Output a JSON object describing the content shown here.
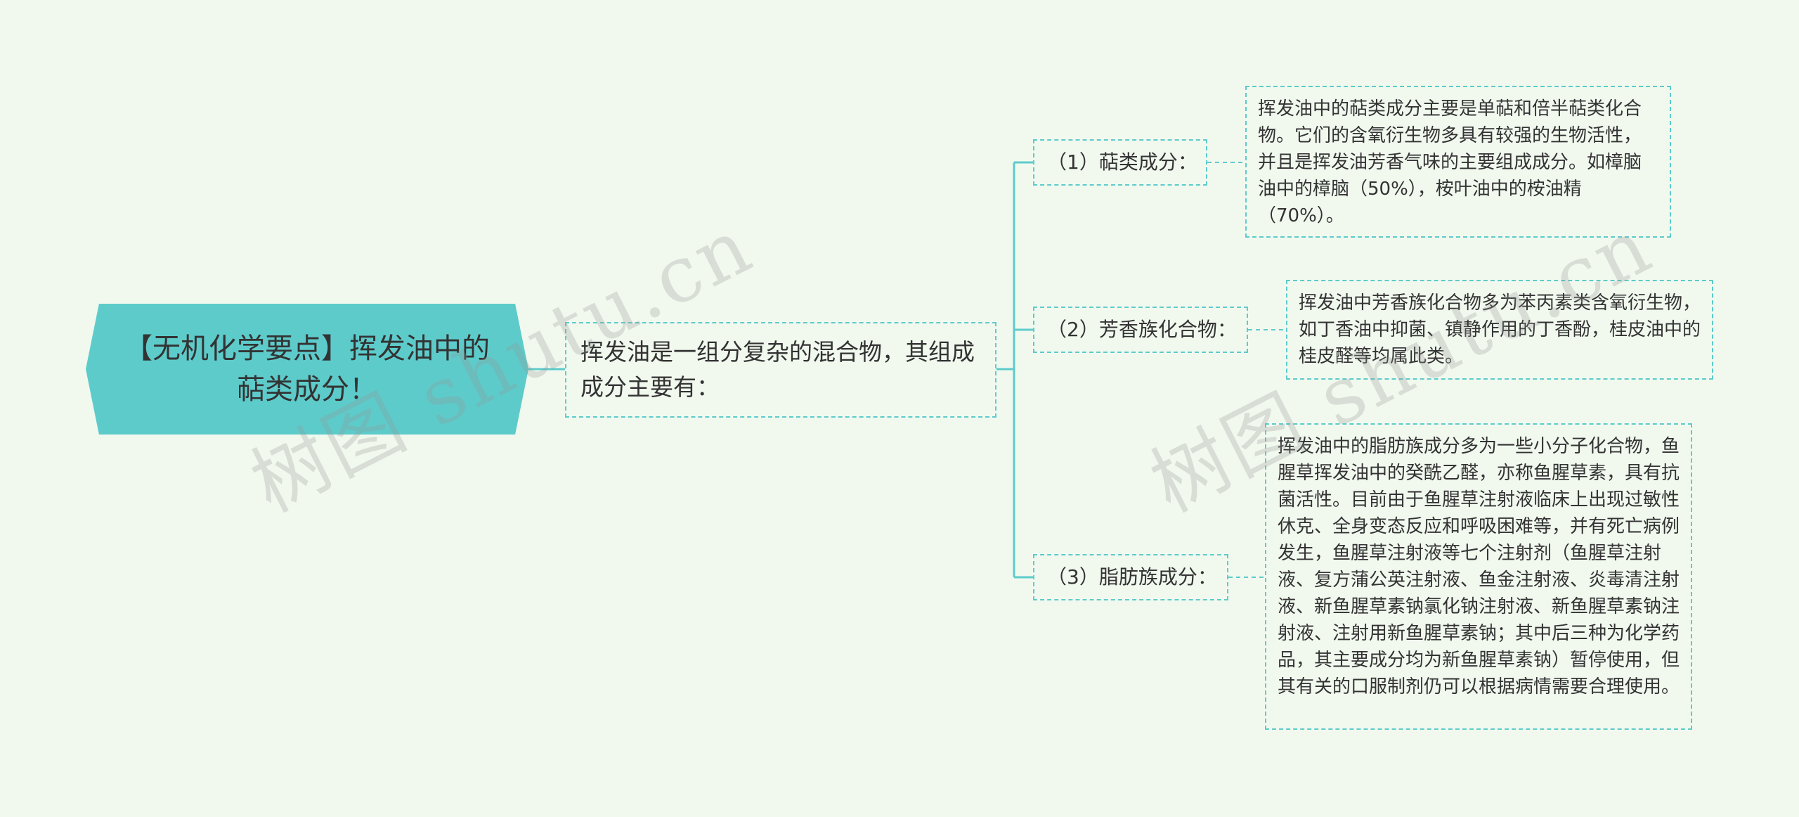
{
  "root": {
    "title": "【无机化学要点】挥发油中的萜类成分！"
  },
  "intro": {
    "text": "挥发油是一组分复杂的混合物，其组成成分主要有："
  },
  "categories": [
    {
      "label": "（1）萜类成分：",
      "description": "挥发油中的萜类成分主要是单萜和倍半萜类化合物。它们的含氧衍生物多具有较强的生物活性，并且是挥发油芳香气味的主要组成成分。如樟脑油中的樟脑（50%），桉叶油中的桉油精（70%）。"
    },
    {
      "label": "（2）芳香族化合物：",
      "description": "挥发油中芳香族化合物多为苯丙素类含氧衍生物，如丁香油中抑菌、镇静作用的丁香酚，桂皮油中的桂皮醛等均属此类。"
    },
    {
      "label": "（3）脂肪族成分：",
      "description": "挥发油中的脂肪族成分多为一些小分子化合物，鱼腥草挥发油中的癸酰乙醛，亦称鱼腥草素，具有抗菌活性。目前由于鱼腥草注射液临床上出现过敏性休克、全身变态反应和呼吸困难等，并有死亡病例发生，鱼腥草注射液等七个注射剂（鱼腥草注射液、复方蒲公英注射液、鱼金注射液、炎毒清注射液、新鱼腥草素钠氯化钠注射液、新鱼腥草素钠注射液、注射用新鱼腥草素钠；其中后三种为化学药品，其主要成分均为新鱼腥草素钠）暂停使用，但其有关的口服制剂仍可以根据病情需要合理使用。"
    }
  ],
  "watermark": {
    "text": "树图 shutu.cn"
  },
  "colors": {
    "background": "#f1f9ef",
    "accent": "#5ecbcb",
    "text": "#333333"
  }
}
